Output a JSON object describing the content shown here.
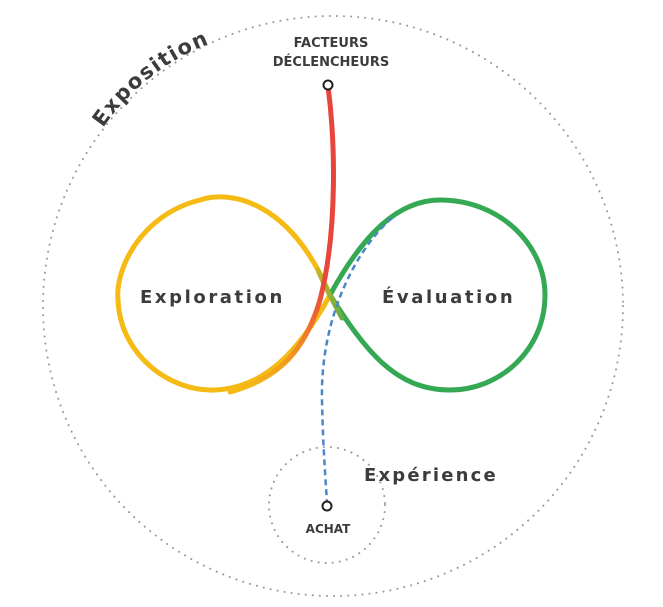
{
  "labels": {
    "exposition": "Exposition",
    "triggers_line1": "FACTEURS",
    "triggers_line2": "DÉCLENCHEURS",
    "exploration": "Exploration",
    "evaluation": "Évaluation",
    "experience": "Expérience",
    "purchase": "ACHAT"
  },
  "colors": {
    "exploration_loop": "#F5BA14",
    "evaluation_loop": "#34A853",
    "trigger_path": "#E8453C",
    "purchase_path": "#4A86C8",
    "dotted_circles": "#9a9a9a",
    "text": "#3c3c3c"
  }
}
